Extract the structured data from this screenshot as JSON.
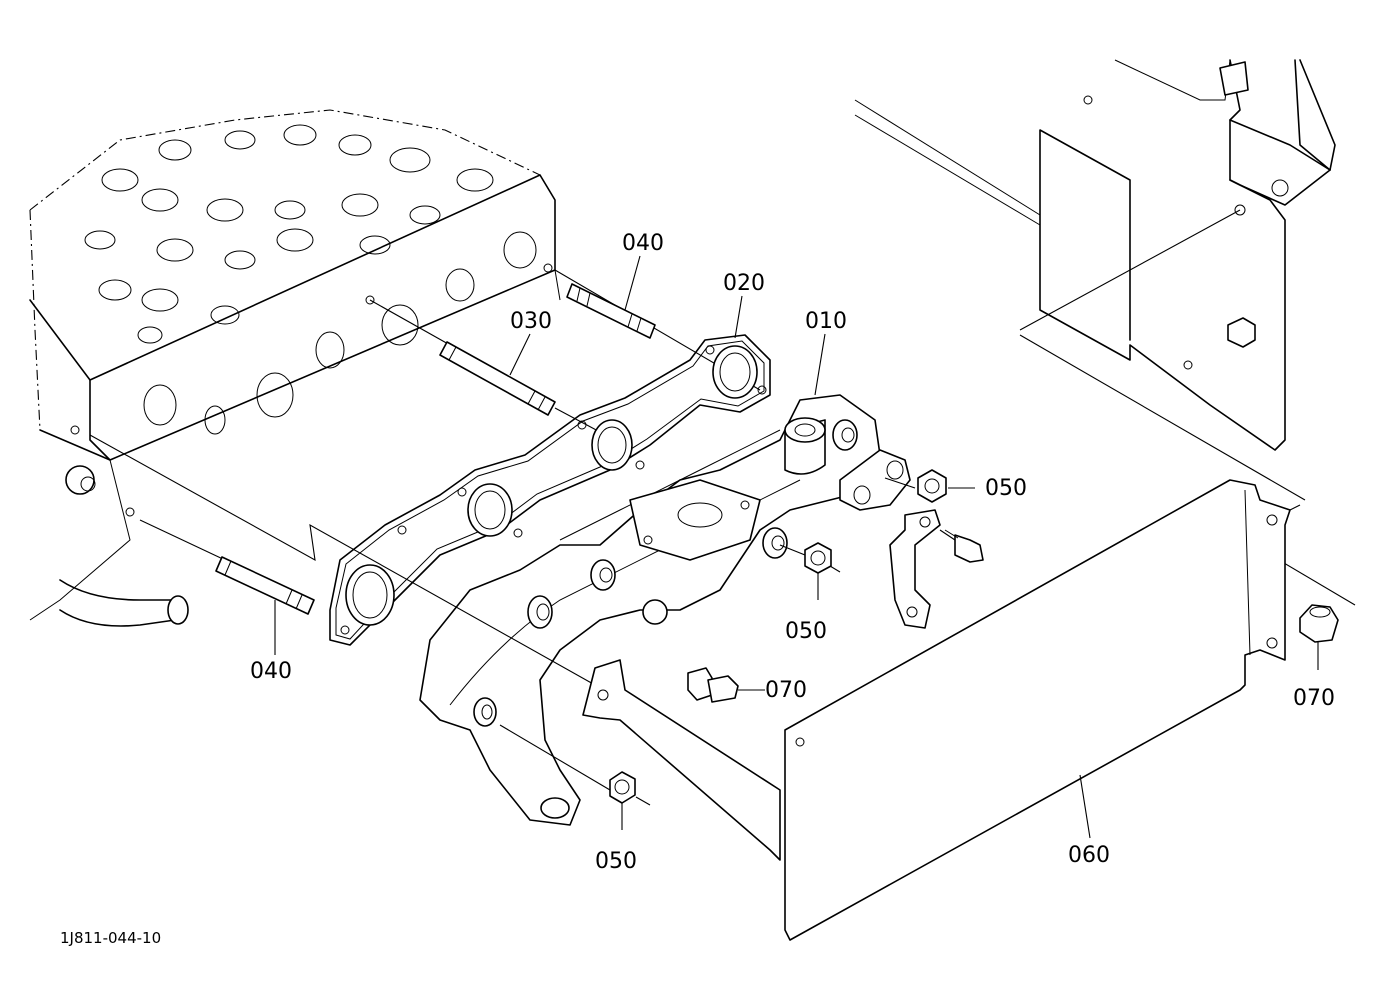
{
  "diagram_code": "1J811-044-10",
  "callouts": {
    "c010": "010",
    "c020": "020",
    "c030": "030",
    "c040a": "040",
    "c040b": "040",
    "c050a": "050",
    "c050b": "050",
    "c050c": "050",
    "c060": "060",
    "c070a": "070",
    "c070b": "070"
  }
}
